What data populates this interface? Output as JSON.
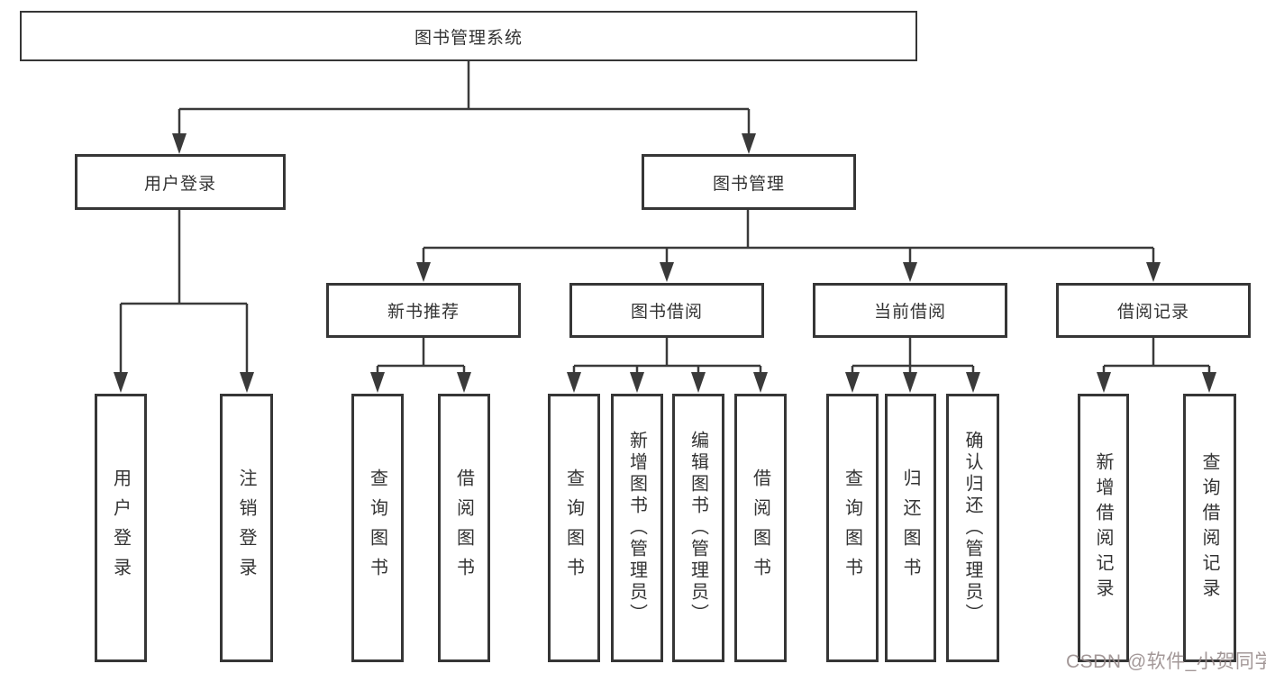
{
  "watermark": "CSDN @软件_小贺同学",
  "tree": {
    "root": "图书管理系统",
    "children": [
      {
        "label": "用户登录",
        "children": [
          {
            "label": "用户登录"
          },
          {
            "label": "注销登录"
          }
        ]
      },
      {
        "label": "图书管理",
        "children": [
          {
            "label": "新书推荐",
            "children": [
              {
                "label": "查询图书"
              },
              {
                "label": "借阅图书"
              }
            ]
          },
          {
            "label": "图书借阅",
            "children": [
              {
                "label": "查询图书"
              },
              {
                "label": "新增图书（管理员）"
              },
              {
                "label": "编辑图书（管理员）"
              },
              {
                "label": "借阅图书"
              }
            ]
          },
          {
            "label": "当前借阅",
            "children": [
              {
                "label": "查询图书"
              },
              {
                "label": "归还图书"
              },
              {
                "label": "确认归还（管理员）"
              }
            ]
          },
          {
            "label": "借阅记录",
            "children": [
              {
                "label": "新增借阅记录"
              },
              {
                "label": "查询借阅记录"
              }
            ]
          }
        ]
      }
    ]
  },
  "colors": {
    "line": "#3a3a3a",
    "border": "#363636",
    "text": "#333333",
    "watermark": "#968a8a"
  }
}
